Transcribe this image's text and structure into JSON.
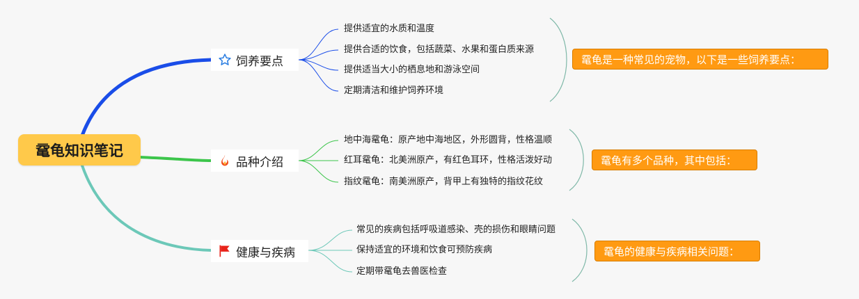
{
  "root": {
    "title": "鼋龟知识笔记"
  },
  "branches": [
    {
      "label": "饲养要点",
      "icon": "star-icon",
      "color": "#1a4de8",
      "items": [
        "提供适宜的水质和温度",
        "提供合适的饮食，包括蔬菜、水果和蛋白质来源",
        "提供适当大小的栖息地和游泳空间",
        "定期清洁和维护饲养环境"
      ],
      "summary": "鼋龟是一种常见的宠物，以下是一些饲养要点："
    },
    {
      "label": "品种介绍",
      "icon": "fire-icon",
      "color": "#3cc54b",
      "items": [
        "地中海鼋龟：原产地中海地区，外形圆背，性格温顺",
        "红耳鼋龟：北美洲原产，有红色耳环，性格活泼好动",
        "指纹鼋龟：南美洲原产，背甲上有独特的指纹花纹"
      ],
      "summary": "鼋龟有多个品种，其中包括："
    },
    {
      "label": "健康与疾病",
      "icon": "flag-icon",
      "color": "#6cc8b8",
      "items": [
        "常见的疾病包括呼吸道感染、壳的损伤和眼睛问题",
        "保持适宜的环境和饮食可预防疾病",
        "定期带鼋龟去兽医检查"
      ],
      "summary": "鼋龟的健康与疾病相关问题："
    }
  ],
  "colors": {
    "root_fill": "#ffc94a",
    "summary_fill": "#ff9a12",
    "bracket": "#7fb8a8"
  }
}
